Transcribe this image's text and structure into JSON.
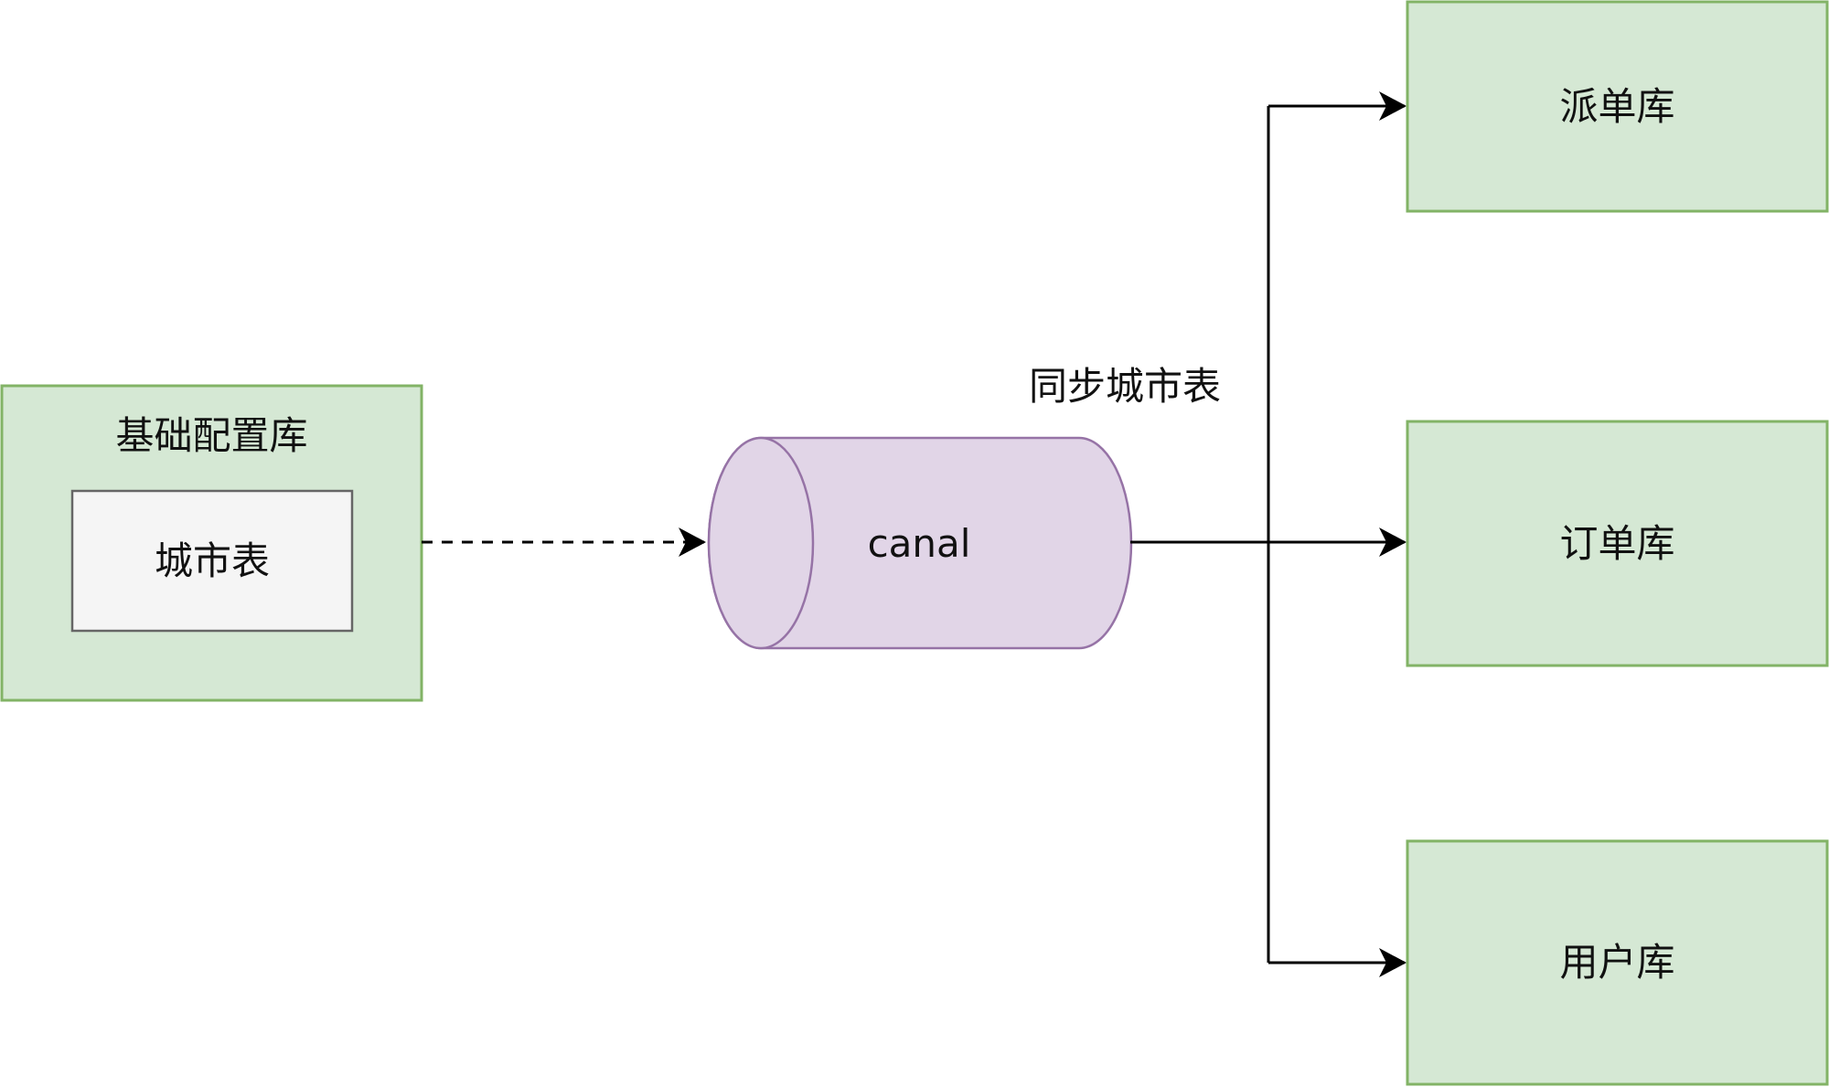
{
  "nodes": {
    "source_db": {
      "label": "基础配置库",
      "fill": "#d5e8d4",
      "stroke": "#82b366"
    },
    "city_table": {
      "label": "城市表",
      "fill": "#f5f5f5",
      "stroke": "#666666"
    },
    "canal": {
      "label": "canal",
      "fill": "#e1d5e7",
      "stroke": "#9673a6"
    },
    "dispatch_db": {
      "label": "派单库",
      "fill": "#d5e8d4",
      "stroke": "#82b366"
    },
    "order_db": {
      "label": "订单库",
      "fill": "#d5e8d4",
      "stroke": "#82b366"
    },
    "user_db": {
      "label": "用户库",
      "fill": "#d5e8d4",
      "stroke": "#82b366"
    }
  },
  "edges": {
    "sync_label": "同步城市表",
    "line_color": "#000000"
  }
}
